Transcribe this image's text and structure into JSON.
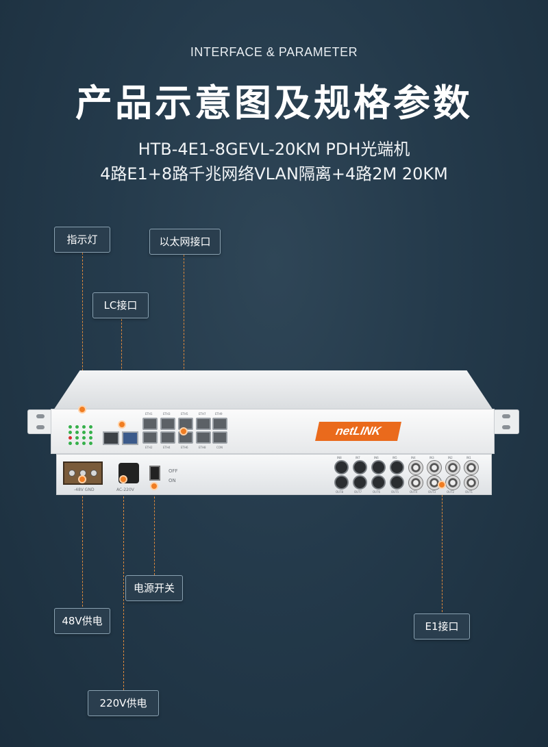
{
  "header": {
    "subtitle": "INTERFACE & PARAMETER",
    "title": "产品示意图及规格参数",
    "model": "HTB-4E1-8GEVL-20KM PDH光端机",
    "description": "4路E1+8路千兆网络VLAN隔离+4路2M 20KM"
  },
  "callouts": {
    "indicator": "指示灯",
    "ethernet": "以太网接口",
    "lc": "LC接口",
    "power_switch": "电源开关",
    "power_48v": "48V供电",
    "e1": "E1接口",
    "power_220v": "220V供电"
  },
  "device": {
    "brand": "netLINK",
    "eth_top": [
      "ETH1",
      "ETH3",
      "ETH5",
      "ETH7",
      "ETH9"
    ],
    "eth_bottom": [
      "ETH2",
      "ETH4",
      "ETH6",
      "ETH8",
      "CON"
    ],
    "power_dc": "-48V GND",
    "power_ac": "AC-220V",
    "switch_off": "OFF",
    "switch_on": "ON",
    "fiber_in": [
      "IN8",
      "IN7",
      "IN6",
      "IN5"
    ],
    "fiber_out": [
      "OUT8",
      "OUT7",
      "OUT6",
      "OUT5"
    ],
    "e1_in": [
      "IN4",
      "IN3",
      "IN2",
      "IN1"
    ],
    "e1_out": [
      "OUT4",
      "OUT3",
      "OUT2",
      "OUT1"
    ]
  },
  "colors": {
    "accent": "#f07d22",
    "brand": "#ea6a1c",
    "background": "#243a4b"
  }
}
